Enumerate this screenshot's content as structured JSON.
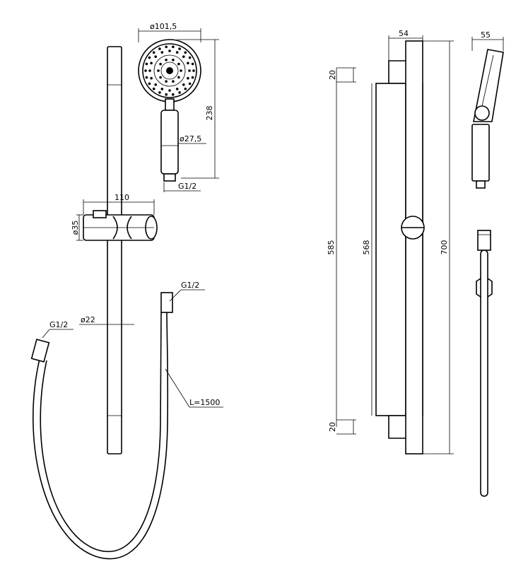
{
  "dimensions": {
    "head_diameter": "ø101,5",
    "head_height": "238",
    "handle_diameter": "ø27,5",
    "head_thread": "G1/2",
    "holder_width": "110",
    "holder_diameter": "ø35",
    "rail_diameter": "ø22",
    "hose_thread_left": "G1/2",
    "hose_thread_right": "G1/2",
    "hose_length": "L=1500",
    "rail_depth": "54",
    "head_depth": "55",
    "end_cap_top": "20",
    "end_cap_bottom": "20",
    "mount_span": "585",
    "rail_length": "568",
    "total_length": "700"
  }
}
